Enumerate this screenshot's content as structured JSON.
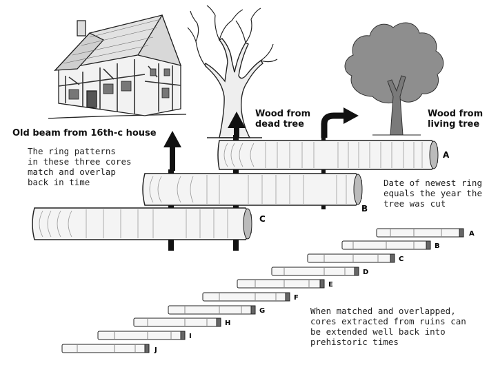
{
  "labels": {
    "old_beam": "Old beam from 16th-c house",
    "dead_tree": "Wood from\ndead tree",
    "living_tree": "Wood from\nliving tree",
    "ring_patterns": "The ring patterns\nin these three cores\nmatch and overlap\nback in time",
    "newest_ring": "Date of newest ring\nequals the year the\ntree was cut",
    "matched": "When matched and overlapped,\ncores extracted from ruins can\nbe extended well back into\nprehistoric times"
  },
  "large_cores": [
    "A",
    "B",
    "C"
  ],
  "small_cores": [
    "A",
    "B",
    "C",
    "D",
    "E",
    "F",
    "G",
    "H",
    "I",
    "J"
  ],
  "icons": [
    "house-icon",
    "dead-tree-icon",
    "living-tree-icon",
    "up-arrow-icon",
    "curved-arrow-icon"
  ]
}
